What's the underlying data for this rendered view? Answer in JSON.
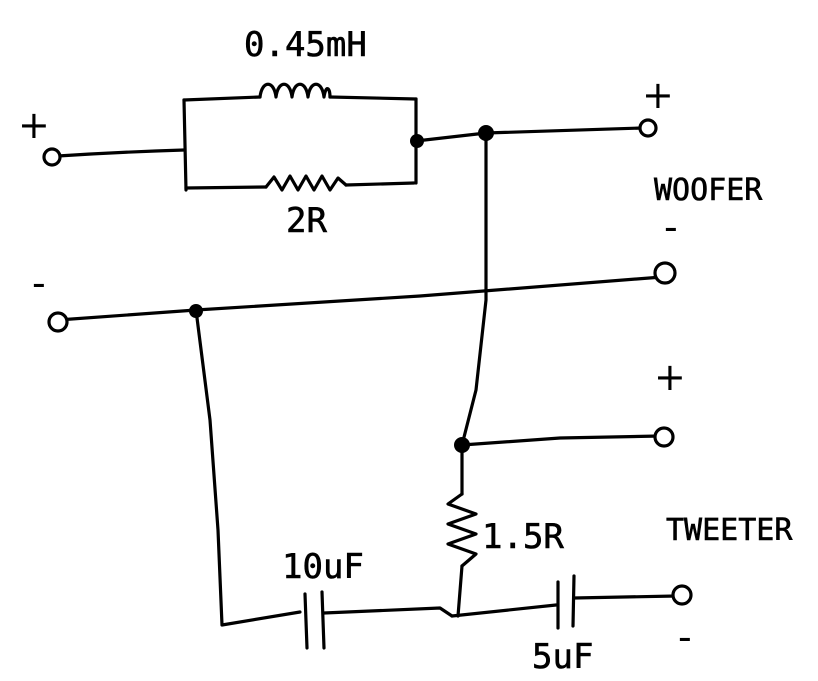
{
  "labels": {
    "inductor": "0.45mH",
    "resistor_top": "2R",
    "resistor_bottom": "1.5R",
    "cap_left": "10uF",
    "cap_right": "5uF",
    "woofer": "WOOFER",
    "tweeter": "TWEETER",
    "in_plus": "+",
    "in_minus": "-",
    "woofer_plus": "+",
    "woofer_minus": "-",
    "tweeter_plus": "+",
    "tweeter_minus": "-"
  }
}
